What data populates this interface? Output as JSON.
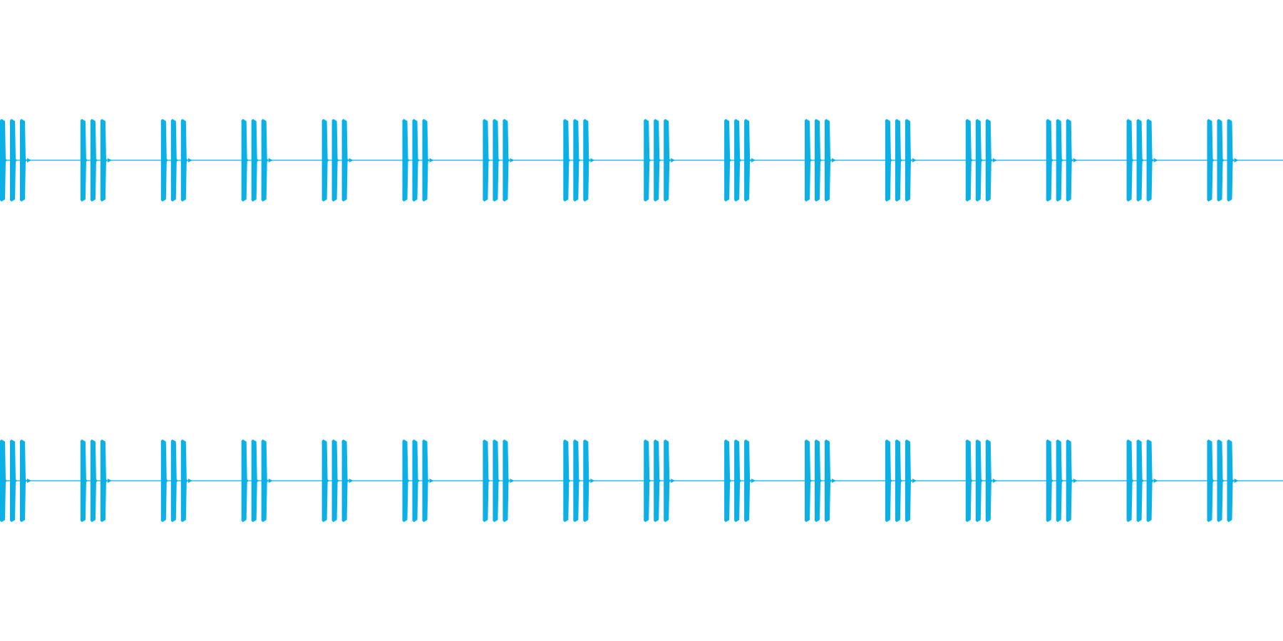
{
  "waveform": {
    "color": "#0ab0e6",
    "background": "#ffffff",
    "channels": [
      {
        "id": "channel-1",
        "burst_count": 16,
        "pulses_per_burst": 3,
        "amplitude": 1.0
      },
      {
        "id": "channel-2",
        "burst_count": 16,
        "pulses_per_burst": 3,
        "amplitude": 1.0
      }
    ]
  }
}
